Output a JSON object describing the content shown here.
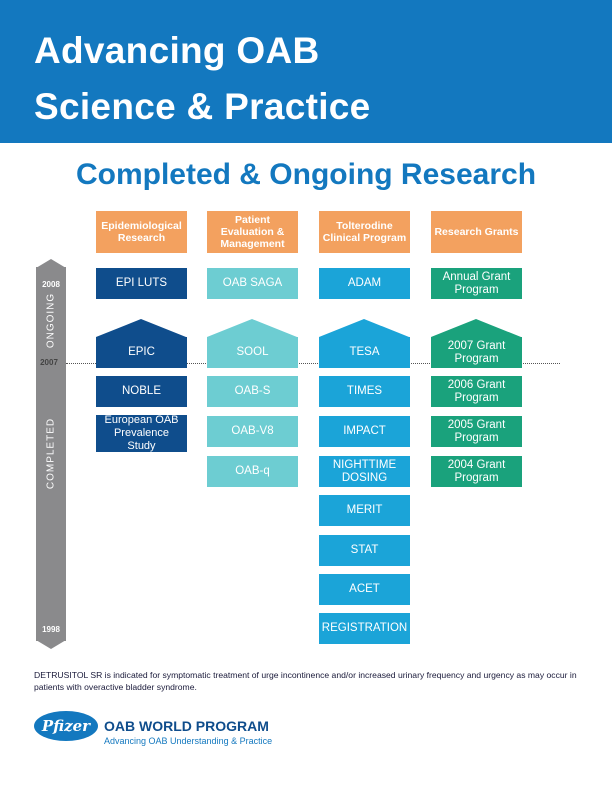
{
  "header": {
    "title_line1": "Advancing OAB",
    "title_line2": "Science & Practice"
  },
  "subtitle": "Completed & Ongoing Research",
  "columns": [
    {
      "header": "Epidemiological Research",
      "color": "#0f4d8c",
      "ongoing": [
        "EPI LUTS"
      ],
      "completed": [
        "EPIC",
        "NOBLE",
        "European OAB Prevalence Study"
      ]
    },
    {
      "header": "Patient Evaluation & Management",
      "color": "#6dcdd2",
      "ongoing": [
        "OAB SAGA"
      ],
      "completed": [
        "SOOL",
        "OAB-S",
        "OAB-V8",
        "OAB-q"
      ]
    },
    {
      "header": "Tolterodine Clinical Program",
      "color": "#1ba4d8",
      "ongoing": [
        "ADAM"
      ],
      "completed": [
        "TESA",
        "TIMES",
        "IMPACT",
        "NIGHTTIME DOSING",
        "MERIT",
        "STAT",
        "ACET",
        "REGISTRATION"
      ]
    },
    {
      "header": "Research Grants",
      "color": "#1aa27c",
      "ongoing": [
        "Annual Grant Program"
      ],
      "completed": [
        "2007 Grant Program",
        "2006 Grant Program",
        "2005 Grant Program",
        "2004 Grant Program"
      ]
    }
  ],
  "timeline": {
    "year_top": "2008",
    "year_mid": "2007",
    "year_bottom": "1998",
    "label_ongoing": "ONGOING",
    "label_completed": "COMPLETED",
    "color": "#8a8a8c"
  },
  "footnote": "DETRUSITOL SR is indicated for symptomatic treatment of urge incontinence and/or increased urinary frequency and urgency as may occur in patients with overactive bladder syndrome.",
  "logo": {
    "text": "Pfizer",
    "program": "OAB WORLD PROGRAM",
    "tagline": "Advancing OAB Understanding & Practice"
  },
  "colors": {
    "brand_blue": "#1378bf",
    "header_orange": "#f3a15f"
  }
}
